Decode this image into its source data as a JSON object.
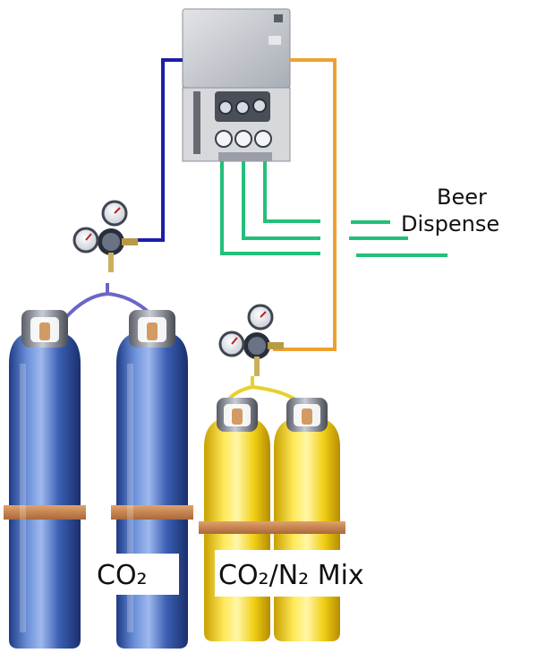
{
  "labels": {
    "dispense_line1": "Beer",
    "dispense_line2": "Dispense",
    "co2_label": "CO₂",
    "mix_label": "CO₂/N₂ Mix"
  },
  "colors": {
    "background": "#ffffff",
    "co2_line": "#1b1fa6",
    "mix_line": "#f0a030",
    "beer_line": "#22c07a",
    "blue_cylinder": "#3f63b8",
    "yellow_cylinder": "#f4d21c",
    "panel": "#c9ccd2",
    "band": "#c8864a"
  },
  "icons": {
    "panel": "gas-panel-icon",
    "regulator": "gauge-regulator-icon",
    "cylinder": "gas-cylinder-icon"
  }
}
